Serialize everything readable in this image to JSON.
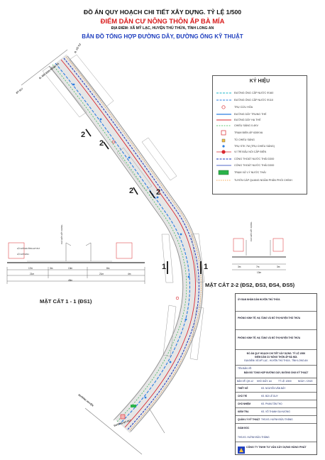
{
  "header": {
    "title": "ĐỒ ÁN QUY HOẠCH CHI TIẾT XÂY DỰNG. TỶ LỆ 1/500",
    "subtitle": "ĐIỂM DÂN CƯ NÔNG THÔN ẤP BÀ MÍA",
    "location": "ĐỊA ĐIỂM: XÃ MỸ LẠC, HUYỆN THỦ THỪA, TỈNH LONG AN",
    "drawing_name": "BẢN ĐỒ TỔNG HỢP ĐƯỜNG DÂY, ĐƯỜNG ỐNG KỸ THUẬT"
  },
  "map": {
    "road_labels": [
      "ĐT 817",
      "Đ. NỐI BÀN KÊNH TẢ",
      "Đ. VÔ TỰ",
      "ĐƯỜNG HUYỆN",
      "ĐƯỜNG ĐT 817"
    ],
    "section_marks": [
      "2",
      "2",
      "2",
      "2",
      "1",
      "1"
    ],
    "colors": {
      "road_fill": "#e9e9e9",
      "water": "#2a7de1",
      "power": "#d9282f",
      "sewer": "#1a35b8",
      "drain": "#2bb34a"
    }
  },
  "legend": {
    "title": "KÝ HIỆU",
    "items": [
      {
        "label": "ĐƯỜNG ỐNG CẤP NƯỚC Φ160",
        "symbol": "dash-cyan"
      },
      {
        "label": "ĐƯỜNG ỐNG CẤP NƯỚC Φ110",
        "symbol": "dash-blue"
      },
      {
        "label": "TRỤ CỨU HỎA",
        "symbol": "circle-red"
      },
      {
        "label": "ĐƯỜNG DÂY TRUNG THẾ",
        "symbol": "line-blue"
      },
      {
        "label": "ĐƯỜNG DÂY HẠ THẾ",
        "symbol": "line-red"
      },
      {
        "label": "CHIẾU SÁNG 0.4KV",
        "symbol": "dash-green"
      },
      {
        "label": "TRẠM BIẾN ÁP 630KVA",
        "symbol": "square"
      },
      {
        "label": "TỦ CHIẾU SÁNG",
        "symbol": "box-small"
      },
      {
        "label": "TRỤ STK 7M (TRỤ CHIẾU SÁNG)",
        "symbol": "pole"
      },
      {
        "label": "VỊ TRÍ ĐẤU NỐI CẤP ĐIỆN",
        "symbol": "dot-red"
      },
      {
        "label": "CỐNG THOÁT NƯỚC THẢI D300",
        "symbol": "dash-navy"
      },
      {
        "label": "CỐNG THOÁT NƯỚC THẢI D300",
        "symbol": "line-navy"
      },
      {
        "label": "TRẠM XỬ LÝ NƯỚC THẢI",
        "symbol": "rect-green"
      },
      {
        "label": "TUYẾN CÁP QUANG NGẦM PHÂN PHỐI CHÍNH",
        "symbol": "dash-orange"
      }
    ]
  },
  "sections": {
    "s11": {
      "title": "MẶT CẮT 1 - 1 (ĐS1)",
      "labels": [
        "LỘ GIỚI ĐƯỜNG ĐT 817",
        "LỘ GIỚI ĐS1",
        "CHỈ GIỚI XÂY DỰNG"
      ],
      "dims_top": [
        "17m",
        "3m",
        "13m",
        "8m"
      ],
      "dims_mid": [
        "21m",
        "21m",
        "4m"
      ],
      "dims_total": "48m"
    },
    "s22": {
      "title": "MẶT CẮT 2-2 (ĐS2, ĐS3, ĐS4, ĐS5)",
      "labels": [
        "CHỈ GIỚI XÂY DỰNG"
      ],
      "dims_top": [
        "3m",
        "7m",
        "3m"
      ],
      "dims_total": "13m"
    }
  },
  "title_block": {
    "approver_1": "ỦY BAN NHÂN DÂN HUYỆN THỦ THỪA",
    "approver_2": "PHÒNG KINH TẾ, HẠ TẦNG VÀ ĐÔ THỊ HUYỆN THỦ THỪA",
    "approver_3": "PHÒNG KINH TẾ, HẠ TẦNG VÀ ĐÔ THỊ HUYỆN THỦ THỪA",
    "project_lines": [
      "ĐỒ ÁN QUY HOẠCH CHI TIẾT XÂY DỰNG. TỶ LỆ 1/500",
      "ĐIỂM DÂN CƯ NÔNG THÔN ẤP BÀ MÍA",
      "ĐỊA ĐIỂM: XÃ MỸ LẠC - HUYỆN THỦ THỪA - TỈNH LONG AN"
    ],
    "sheet_name_label": "TÊN BẢN VẼ:",
    "sheet_name": "BẢN ĐỒ TỔNG HỢP ĐƯỜNG DÂY, ĐƯỜNG ỐNG KỸ THUẬT",
    "sheet_info": [
      "BẢN VẼ: QH-12",
      "KHỔ GIẤY: A4",
      "TỶ LỆ: 1/500",
      "NGÀY: / /2020"
    ],
    "people": [
      {
        "role": "THIẾT KẾ",
        "name": "KS. NGUYỄN VĂN BẢY"
      },
      {
        "role": "CHỦ TRÌ",
        "name": "KS. BÙI LÊ DUY"
      },
      {
        "role": "CHỦ NHIỆM",
        "name": "KS. PHAN TẤN THỌ"
      },
      {
        "role": "KIỂM TRA",
        "name": "KS. VÕ THANH SA HƯƠNG"
      },
      {
        "role": "QUẢN LÝ KỸ THUẬT",
        "name": "THS.KS. HUỲNH BỬU THẮNG"
      }
    ],
    "director_label": "GIÁM ĐỐC",
    "director_name": "THS.KS. HUỲNH BỬU THẮNG",
    "company": "CÔNG TY TNHH TƯ VẤN XÂY DỰNG HÙNG PHÁT"
  }
}
